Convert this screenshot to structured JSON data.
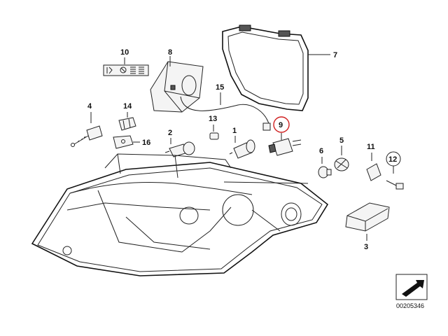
{
  "callouts": {
    "c1": "1",
    "c2": "2",
    "c3": "3",
    "c4": "4",
    "c5": "5",
    "c6": "6",
    "c7": "7",
    "c8": "8",
    "c9": "9",
    "c10": "10",
    "c11": "11",
    "c12": "12",
    "c13": "13",
    "c14": "14",
    "c15": "15",
    "c16": "16"
  },
  "highlight": {
    "callout": "9",
    "color": "#d02020"
  },
  "diagram_ref": "00205346",
  "icons": [
    "warning-label-icon",
    "direction-arrow-icon"
  ]
}
